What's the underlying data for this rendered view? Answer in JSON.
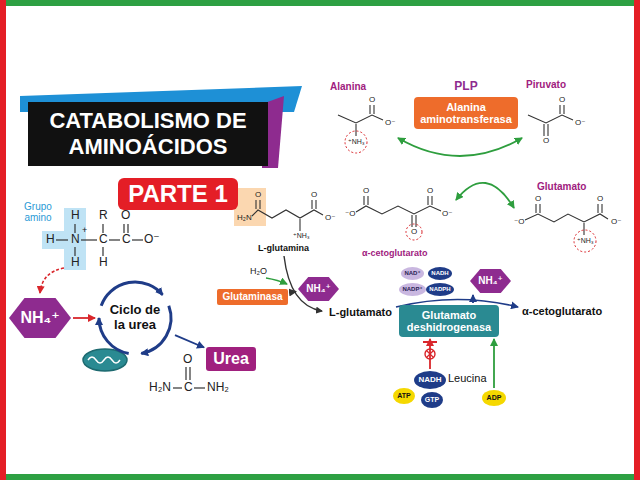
{
  "diagram": {
    "title": "CATABOLISMO DE AMINOÁCIDOS",
    "nodes": [
      {
        "text": [
          "PARTE 1"
        ]
      },
      {
        "text": [
          "NH₄⁺"
        ]
      },
      {
        "text": [
          "Ciclo de la urea"
        ]
      },
      {
        "text": [
          "Urea"
        ]
      },
      {
        "text": [
          "PLP",
          "Alanina aminotransferasa"
        ]
      },
      {
        "text": [
          "Glutaminasa"
        ]
      },
      {
        "text": [
          "NH₄⁺"
        ]
      },
      {
        "text": [
          "NAD⁺"
        ]
      },
      {
        "text": [
          "NADP⁺"
        ]
      },
      {
        "text": [
          "NADH"
        ]
      },
      {
        "text": [
          "NADPH"
        ]
      },
      {
        "text": [
          "NH₄⁺"
        ]
      },
      {
        "text": [
          "Glutamato deshidrogenasa"
        ]
      },
      {
        "text": [
          "NADH"
        ]
      },
      {
        "text": [
          "ATP"
        ]
      },
      {
        "text": [
          "GTP"
        ]
      },
      {
        "text": [
          "ADP"
        ]
      }
    ],
    "edges": [
      {
        "from": 1,
        "to": 2,
        "arrow": "to"
      },
      {
        "from": 2,
        "to": 3,
        "arrow": "to"
      },
      {
        "from": 5,
        "to": 6,
        "arrow": "to"
      },
      {
        "from": 12,
        "to": 11,
        "arrow": "to"
      },
      {
        "from": 13,
        "to": 12,
        "arrow": "to"
      },
      {
        "from": 16,
        "to": 12,
        "arrow": "to"
      }
    ],
    "labels": [
      "Grupo amino",
      "H",
      "H",
      "N",
      "+",
      "H",
      "R",
      "C",
      "H",
      "C",
      "O",
      "O⁻",
      "O",
      "H₂N",
      "C",
      "NH₂",
      "Alanina",
      "⁺NH₃",
      "O",
      "O⁻",
      "Piruvato",
      "O",
      "O",
      "O⁻",
      "Glutamato",
      "⁻O",
      "O",
      "O",
      "O⁻",
      "⁺NH₃",
      "H₂N",
      "O",
      "O",
      "O⁻",
      "⁺NH₃",
      "L-glutamina",
      "⁻O",
      "O",
      "O",
      "O",
      "O⁻",
      "α-cetoglutarato",
      "H₂O",
      "L-glutamato",
      "α-cetoglutarato",
      "Leucina"
    ]
  }
}
